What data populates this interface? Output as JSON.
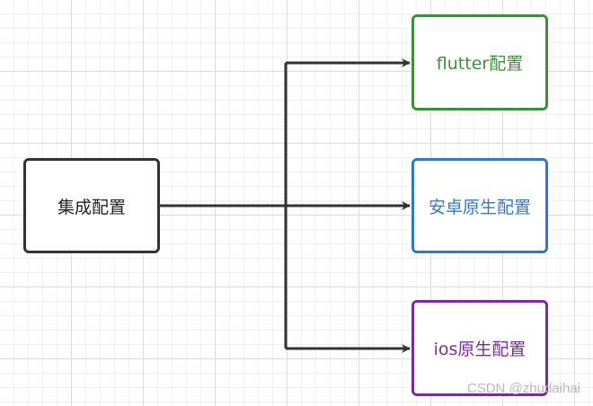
{
  "diagram": {
    "root": {
      "label": "集成配置",
      "border_color": "#333333"
    },
    "children": [
      {
        "id": "flutter",
        "label": "flutter配置",
        "color": "#3d8f3d"
      },
      {
        "id": "android",
        "label": "安卓原生配置",
        "color": "#2f79c8"
      },
      {
        "id": "ios",
        "label": "ios原生配置",
        "color": "#7a2c9e"
      }
    ],
    "connector_color": "#333333"
  },
  "watermark": "CSDN @zhudaihai"
}
